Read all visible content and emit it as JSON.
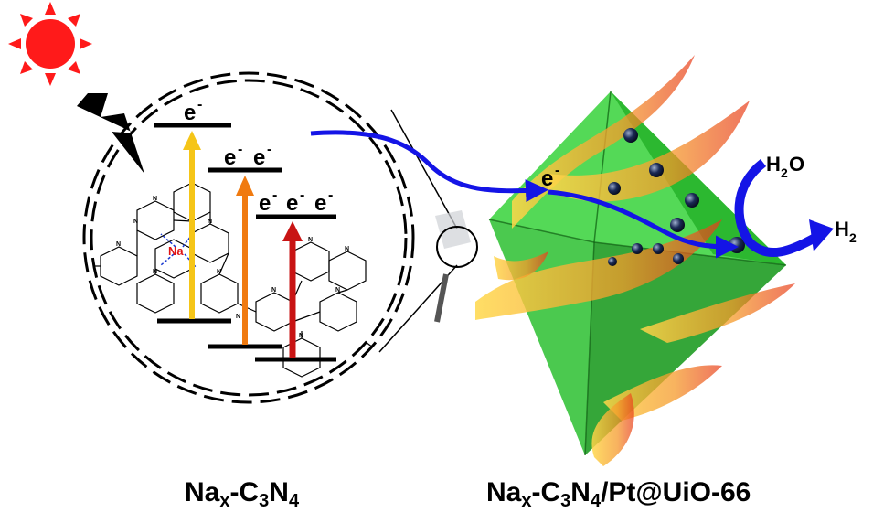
{
  "electron": "e",
  "electron_charge": "-",
  "sodium": "Na",
  "nitrogen": "N",
  "water": {
    "base": "H",
    "sub": "2",
    "rest": "O"
  },
  "hydrogen": {
    "base": "H",
    "sub": "2"
  },
  "caption_left": {
    "p1": "Na",
    "s1": "x",
    "p2": "-C",
    "s2": "3",
    "p3": "N",
    "s3": "4"
  },
  "caption_right": {
    "p1": "Na",
    "s1": "x",
    "p2": "-C",
    "s2": "3",
    "p3": "N",
    "s3": "4",
    "p4": "/Pt@UiO-66"
  },
  "colors": {
    "sun": "#ff1a1a",
    "arrow_blue": "#1414e6",
    "arrow_yellow": "#f5c518",
    "arrow_orange": "#f07a10",
    "arrow_red": "#c81414",
    "octahedron": "#2fcf2f"
  }
}
